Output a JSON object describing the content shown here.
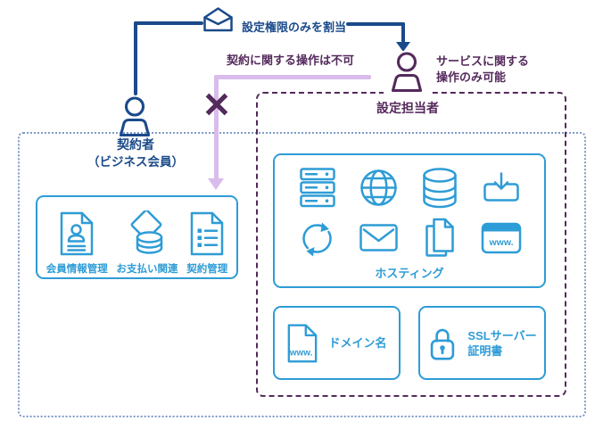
{
  "colors": {
    "navy": "#1A4A8A",
    "blue": "#2E9CD6",
    "purple": "#542A5C",
    "lavender": "#D9BCEC",
    "outer": "#7E9BC8"
  },
  "flow": {
    "assign_label": "設定権限のみを割当",
    "forbidden_label": "契約に関する操作は不可",
    "allowed_line1": "サービスに関する",
    "allowed_line2": "操作のみ可能"
  },
  "contractor": {
    "title_line1": "契約者",
    "title_line2": "（ビジネス会員）",
    "services": [
      {
        "label": "会員情報管理",
        "icon": "member-info-icon"
      },
      {
        "label": "お支払い関連",
        "icon": "payment-icon"
      },
      {
        "label": "契約管理",
        "icon": "contract-icon"
      }
    ]
  },
  "administrator": {
    "title": "設定担当者",
    "hosting": {
      "label": "ホスティング",
      "icons": [
        "server-icon",
        "globe-icon",
        "database-icon",
        "download-icon",
        "sync-icon",
        "mail-icon",
        "copy-icon",
        "browser-icon"
      ]
    },
    "domain": {
      "label": "ドメイン名",
      "icon": "www-document-icon"
    },
    "ssl": {
      "label_line1": "SSLサーバー",
      "label_line2": "証明書",
      "icon": "padlock-icon"
    },
    "www_text": "www."
  }
}
